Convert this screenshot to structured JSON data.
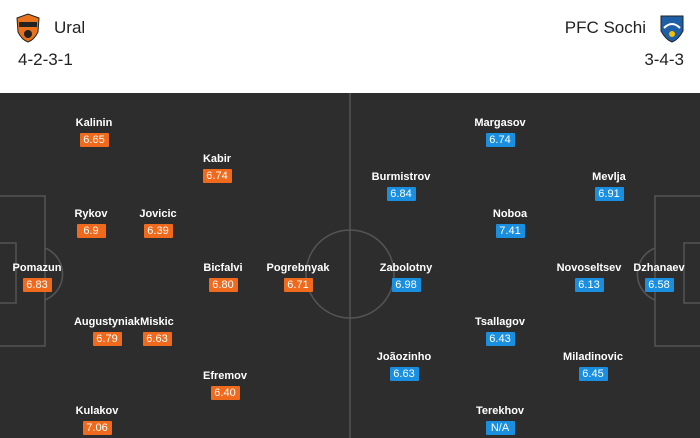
{
  "home": {
    "name": "Ural",
    "formation": "4-2-3-1",
    "badge_icon": "ural-crest-icon",
    "badge_color": "#e8731c",
    "rating_color": "#ef6a1d",
    "players": [
      {
        "name": "Kalinin",
        "rating": "6.65"
      },
      {
        "name": "Kabir",
        "rating": "6.74"
      },
      {
        "name": "Rykov",
        "rating": "6.9"
      },
      {
        "name": "Jovicic",
        "rating": "6.39"
      },
      {
        "name": "Pomazun",
        "rating": "6.83"
      },
      {
        "name": "Bicfalvi",
        "rating": "6.80"
      },
      {
        "name": "Pogrebnyak",
        "rating": "6.71"
      },
      {
        "name": "Augustyniak",
        "rating": "6.79"
      },
      {
        "name": "Miskic",
        "rating": "6.63"
      },
      {
        "name": "Efremov",
        "rating": "6.40"
      },
      {
        "name": "Kulakov",
        "rating": "7.06"
      }
    ]
  },
  "away": {
    "name": "PFC Sochi",
    "formation": "3-4-3",
    "badge_icon": "sochi-crest-icon",
    "badge_color": "#1f5fa8",
    "rating_color": "#1a8fe0",
    "players": [
      {
        "name": "Margasov",
        "rating": "6.74"
      },
      {
        "name": "Burmistrov",
        "rating": "6.84"
      },
      {
        "name": "Mevlja",
        "rating": "6.91"
      },
      {
        "name": "Noboa",
        "rating": "7.41"
      },
      {
        "name": "Zabolotny",
        "rating": "6.98"
      },
      {
        "name": "Novoseltsev",
        "rating": "6.13"
      },
      {
        "name": "Dzhanaev",
        "rating": "6.58"
      },
      {
        "name": "Tsallagov",
        "rating": "6.43"
      },
      {
        "name": "Joãozinho",
        "rating": "6.63"
      },
      {
        "name": "Miladinovic",
        "rating": "6.45"
      },
      {
        "name": "Terekhov",
        "rating": "N/A"
      }
    ]
  },
  "pitch_color": "#2d2d2d"
}
